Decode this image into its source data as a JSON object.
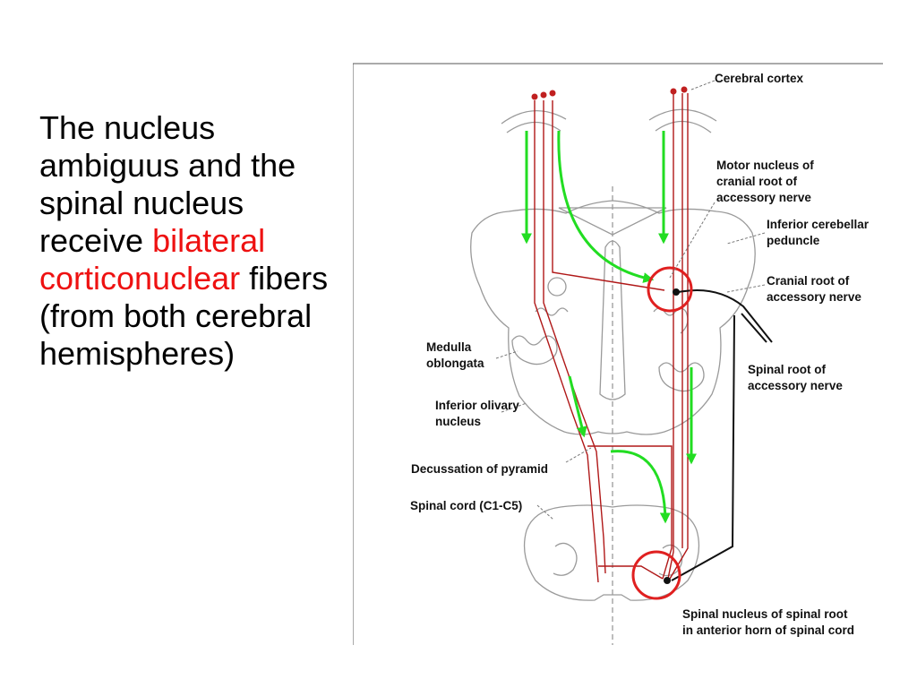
{
  "slide": {
    "text_parts": [
      "The nucleus ambiguus and the spinal nucleus receive ",
      "bilateral corticonuclear",
      " fibers (from both cerebral hemispheres)"
    ],
    "highlight_color": "#ee1111"
  },
  "figure": {
    "labels": {
      "cerebral_cortex": "Cerebral cortex",
      "motor_nucleus": [
        "Motor nucleus of",
        "cranial root of",
        "accessory nerve"
      ],
      "inferior_cerebellar_peduncle": [
        "Inferior cerebellar",
        "peduncle"
      ],
      "cranial_root": [
        "Cranial root of",
        "accessory nerve"
      ],
      "medulla_oblongata": [
        "Medulla",
        "oblongata"
      ],
      "spinal_root": [
        "Spinal root of",
        "accessory nerve"
      ],
      "inferior_olivary_nucleus": [
        "Inferior olivary",
        "nucleus"
      ],
      "decussation_of_pyramid": "Decussation of pyramid",
      "spinal_cord": "Spinal cord (C1-C5)",
      "spinal_nucleus": [
        "Spinal nucleus of spinal root",
        "in anterior horn of spinal cord"
      ]
    },
    "colors": {
      "tract": "#b01818",
      "arrow": "#22dd22",
      "highlight_circle": "#e02020",
      "outline": "#9a9a9a",
      "nerve": "#111111"
    }
  }
}
